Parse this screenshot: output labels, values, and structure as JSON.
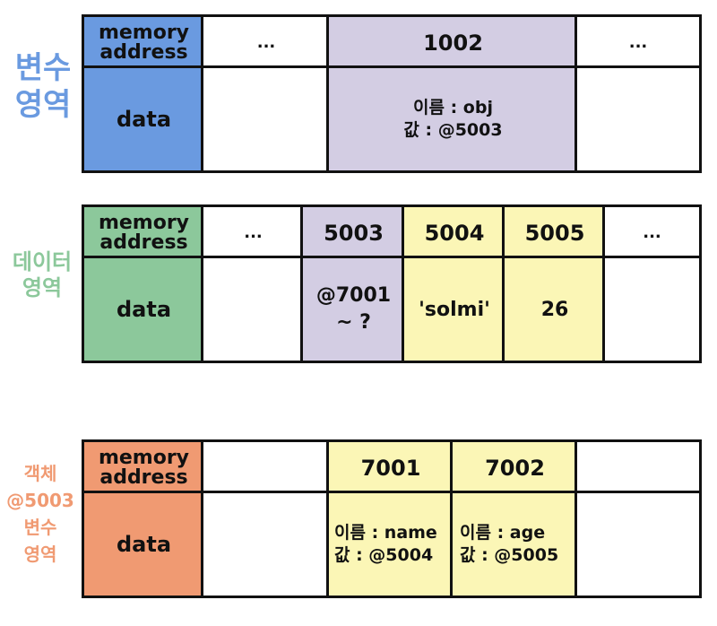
{
  "colors": {
    "variable": "#6a9ae0",
    "data": "#8cc89b",
    "object": "#f09a72",
    "lavender": "#d3cde3",
    "yellow": "#fbf6b6",
    "variable_label": "#6a9ae0",
    "data_label": "#8cc89b",
    "object_label": "#f09a72"
  },
  "variable_area": {
    "label": [
      "변수",
      "영역"
    ],
    "header": [
      "memory",
      "address"
    ],
    "row_label": "data",
    "addresses": [
      "...",
      "1002",
      "..."
    ],
    "values": [
      "",
      "이름 : obj\n값 : @5003",
      ""
    ]
  },
  "data_area": {
    "label": [
      "데이터",
      "영역"
    ],
    "header": [
      "memory",
      "address"
    ],
    "row_label": "data",
    "addresses": [
      "...",
      "5003",
      "5004",
      "5005",
      "..."
    ],
    "values": [
      "",
      "@7001\n~ ?",
      "'solmi'",
      "26",
      ""
    ]
  },
  "object_area": {
    "label": [
      "객체",
      "@5003",
      "변수",
      "영역"
    ],
    "header": [
      "memory",
      "address"
    ],
    "row_label": "data",
    "addresses": [
      "",
      "7001",
      "7002",
      ""
    ],
    "values": [
      "",
      "이름 : name\n값 : @5004",
      "이름 : age\n값 : @5005",
      ""
    ]
  }
}
